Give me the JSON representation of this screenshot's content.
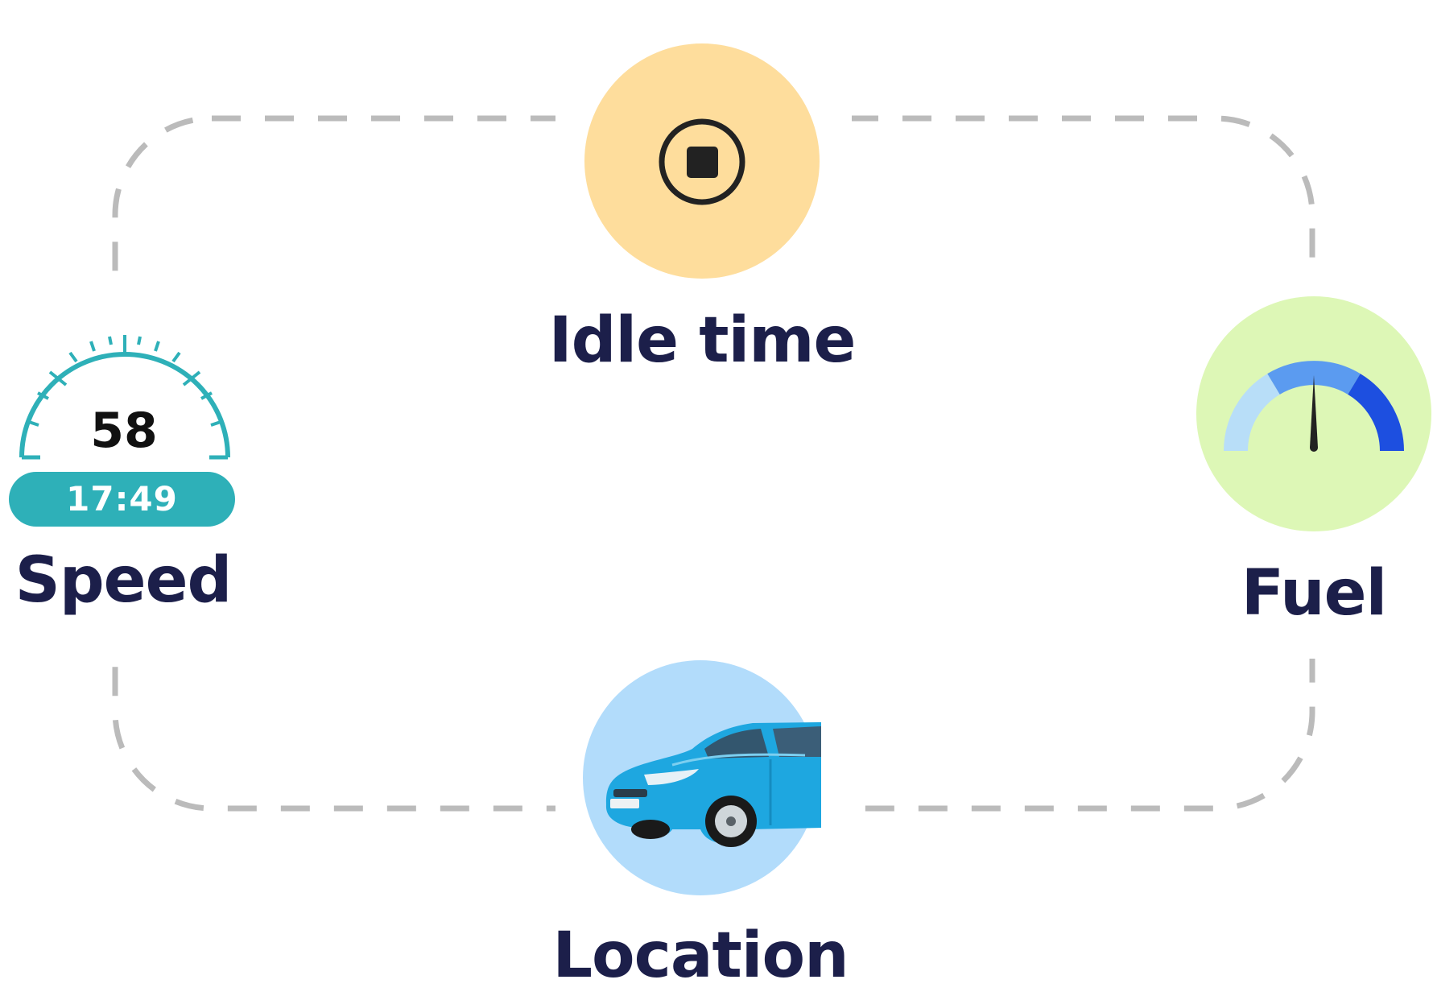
{
  "nodes": {
    "idle_time": {
      "label": "Idle time",
      "icon": "stop-button-icon",
      "color": "#fedd9c"
    },
    "speed": {
      "label": "Speed",
      "value": "58",
      "time": "17:49",
      "icon": "speedometer-icon",
      "accent": "#2eb0b8"
    },
    "fuel": {
      "label": "Fuel",
      "icon": "fuel-gauge-icon",
      "color": "#ddf7b6"
    },
    "location": {
      "label": "Location",
      "icon": "car-icon",
      "color": "#b2dcfb"
    }
  },
  "colors": {
    "label_text": "#1c1f4a",
    "dashed_loop": "#bbbbbb",
    "gauge_light": "#b8def8",
    "gauge_mid": "#5b9bf0",
    "gauge_dark": "#1d4fe0",
    "car_body": "#1ea7e0"
  }
}
